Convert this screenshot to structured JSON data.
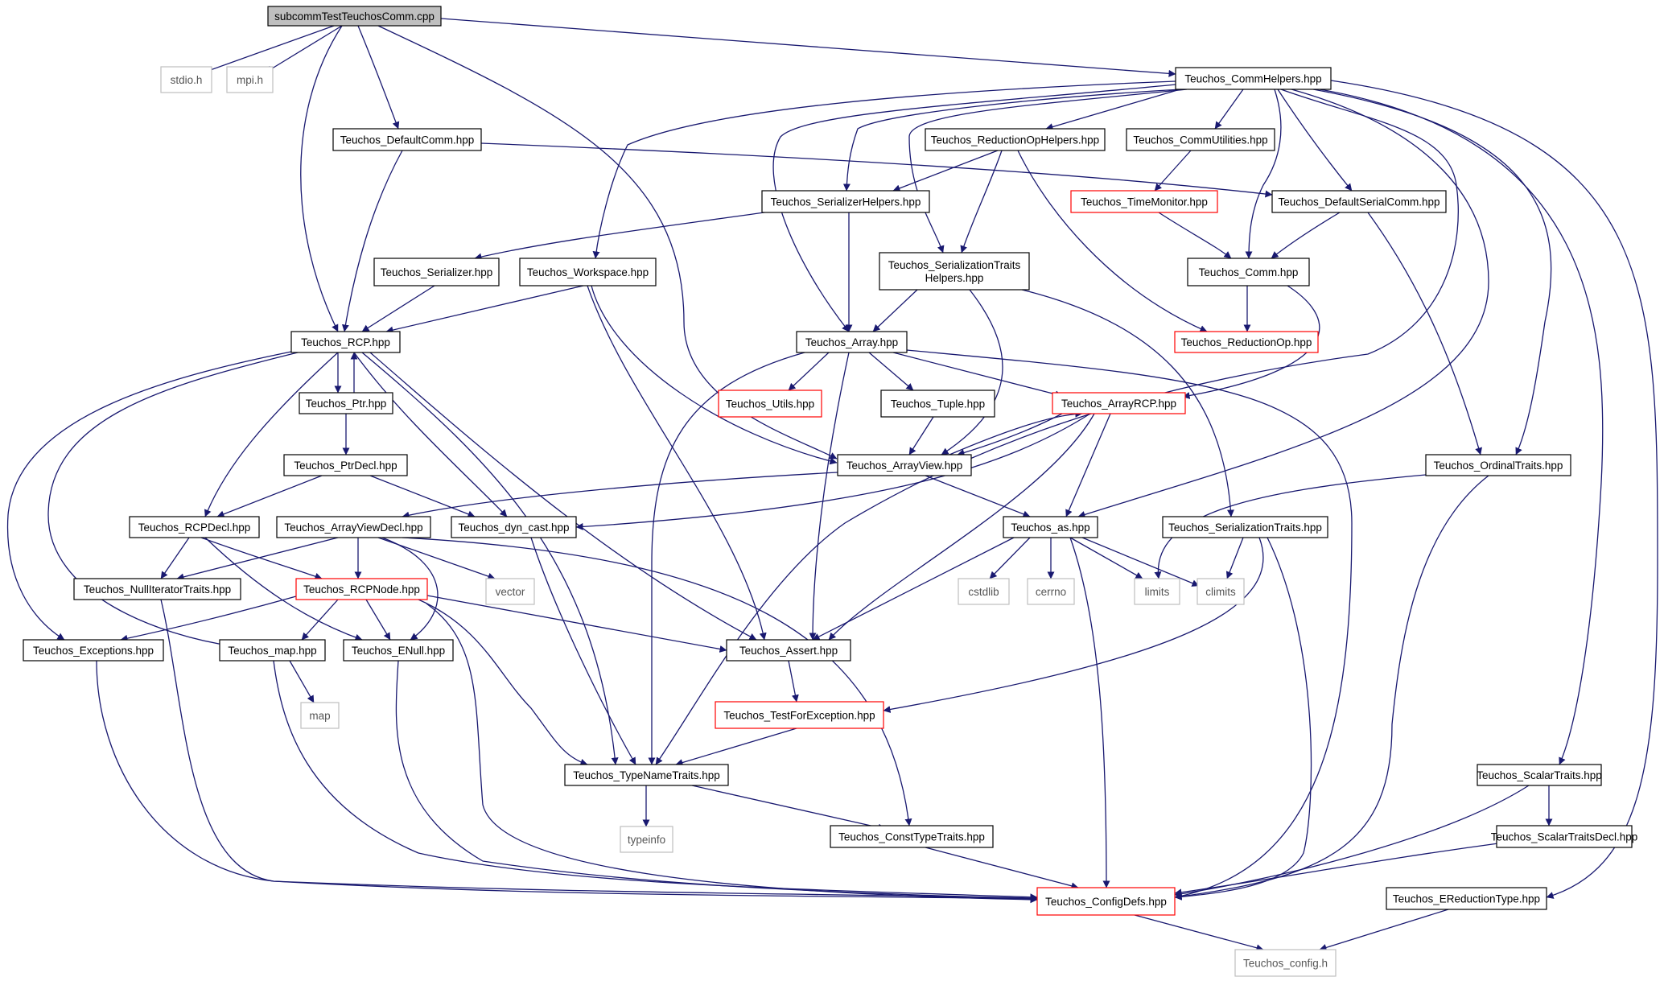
{
  "colors": {
    "edge": "#191970",
    "arrowhead": "#191970",
    "border_default": "#000000",
    "border_red": "#ff0000",
    "border_external": "#bfbfbf",
    "root_fill": "#bfbfbf",
    "node_fill": "#ffffff",
    "text": "#000000"
  },
  "graph": {
    "root": "subcommTestTeuchosComm.cpp",
    "nodes": [
      {
        "id": "root",
        "label": "subcommTestTeuchosComm.cpp",
        "style": "root"
      },
      {
        "id": "stdio",
        "label": "stdio.h",
        "style": "external"
      },
      {
        "id": "mpi",
        "label": "mpi.h",
        "style": "external"
      },
      {
        "id": "commhelpers",
        "label": "Teuchos_CommHelpers.hpp",
        "style": "default"
      },
      {
        "id": "defaultcomm",
        "label": "Teuchos_DefaultComm.hpp",
        "style": "default"
      },
      {
        "id": "reductionophelpers",
        "label": "Teuchos_ReductionOpHelpers.hpp",
        "style": "default"
      },
      {
        "id": "commutilities",
        "label": "Teuchos_CommUtilities.hpp",
        "style": "default"
      },
      {
        "id": "serializerhelpers",
        "label": "Teuchos_SerializerHelpers.hpp",
        "style": "default"
      },
      {
        "id": "timemonitor",
        "label": "Teuchos_TimeMonitor.hpp",
        "style": "red"
      },
      {
        "id": "defaultserialcomm",
        "label": "Teuchos_DefaultSerialComm.hpp",
        "style": "default"
      },
      {
        "id": "serializer",
        "label": "Teuchos_Serializer.hpp",
        "style": "default"
      },
      {
        "id": "workspace",
        "label": "Teuchos_Workspace.hpp",
        "style": "default"
      },
      {
        "id": "serializationtraitshelpers",
        "label": "Teuchos_SerializationTraits\nHelpers.hpp",
        "style": "default"
      },
      {
        "id": "comm",
        "label": "Teuchos_Comm.hpp",
        "style": "default"
      },
      {
        "id": "rcp",
        "label": "Teuchos_RCP.hpp",
        "style": "default"
      },
      {
        "id": "array",
        "label": "Teuchos_Array.hpp",
        "style": "default"
      },
      {
        "id": "reductionop",
        "label": "Teuchos_ReductionOp.hpp",
        "style": "red"
      },
      {
        "id": "ptr",
        "label": "Teuchos_Ptr.hpp",
        "style": "default"
      },
      {
        "id": "utils",
        "label": "Teuchos_Utils.hpp",
        "style": "red"
      },
      {
        "id": "tuple",
        "label": "Teuchos_Tuple.hpp",
        "style": "default"
      },
      {
        "id": "arrayrcp",
        "label": "Teuchos_ArrayRCP.hpp",
        "style": "red"
      },
      {
        "id": "ptrdecl",
        "label": "Teuchos_PtrDecl.hpp",
        "style": "default"
      },
      {
        "id": "arrayview",
        "label": "Teuchos_ArrayView.hpp",
        "style": "default"
      },
      {
        "id": "ordinaltraits",
        "label": "Teuchos_OrdinalTraits.hpp",
        "style": "default"
      },
      {
        "id": "rcpdecl",
        "label": "Teuchos_RCPDecl.hpp",
        "style": "default"
      },
      {
        "id": "arrayviewdecl",
        "label": "Teuchos_ArrayViewDecl.hpp",
        "style": "default"
      },
      {
        "id": "dyncast",
        "label": "Teuchos_dyn_cast.hpp",
        "style": "default"
      },
      {
        "id": "as",
        "label": "Teuchos_as.hpp",
        "style": "default"
      },
      {
        "id": "serializationtraits",
        "label": "Teuchos_SerializationTraits.hpp",
        "style": "default"
      },
      {
        "id": "nulliteratortraits",
        "label": "Teuchos_NullIteratorTraits.hpp",
        "style": "default"
      },
      {
        "id": "rcpnode",
        "label": "Teuchos_RCPNode.hpp",
        "style": "red"
      },
      {
        "id": "vector",
        "label": "vector",
        "style": "external"
      },
      {
        "id": "cstdlib",
        "label": "cstdlib",
        "style": "external"
      },
      {
        "id": "cerrno",
        "label": "cerrno",
        "style": "external"
      },
      {
        "id": "limits",
        "label": "limits",
        "style": "external"
      },
      {
        "id": "climits",
        "label": "climits",
        "style": "external"
      },
      {
        "id": "exceptions",
        "label": "Teuchos_Exceptions.hpp",
        "style": "default"
      },
      {
        "id": "map",
        "label": "Teuchos_map.hpp",
        "style": "default"
      },
      {
        "id": "enull",
        "label": "Teuchos_ENull.hpp",
        "style": "default"
      },
      {
        "id": "assert",
        "label": "Teuchos_Assert.hpp",
        "style": "default"
      },
      {
        "id": "mapstd",
        "label": "map",
        "style": "external"
      },
      {
        "id": "testforexception",
        "label": "Teuchos_TestForException.hpp",
        "style": "red"
      },
      {
        "id": "typenametraits",
        "label": "Teuchos_TypeNameTraits.hpp",
        "style": "default"
      },
      {
        "id": "scalartraits",
        "label": "Teuchos_ScalarTraits.hpp",
        "style": "default"
      },
      {
        "id": "typeinfo",
        "label": "typeinfo",
        "style": "external"
      },
      {
        "id": "consttypetraits",
        "label": "Teuchos_ConstTypeTraits.hpp",
        "style": "default"
      },
      {
        "id": "scalartraitsdecl",
        "label": "Teuchos_ScalarTraitsDecl.hpp",
        "style": "default"
      },
      {
        "id": "configdefs",
        "label": "Teuchos_ConfigDefs.hpp",
        "style": "red"
      },
      {
        "id": "ereductiontype",
        "label": "Teuchos_EReductionType.hpp",
        "style": "default"
      },
      {
        "id": "config",
        "label": "Teuchos_config.h",
        "style": "external"
      }
    ],
    "edges": [
      [
        "root",
        "stdio"
      ],
      [
        "root",
        "mpi"
      ],
      [
        "root",
        "defaultcomm"
      ],
      [
        "root",
        "rcp"
      ],
      [
        "root",
        "arrayview"
      ],
      [
        "root",
        "commhelpers"
      ],
      [
        "commhelpers",
        "workspace"
      ],
      [
        "commhelpers",
        "serializerhelpers"
      ],
      [
        "commhelpers",
        "serializationtraitshelpers"
      ],
      [
        "commhelpers",
        "reductionophelpers"
      ],
      [
        "commhelpers",
        "commutilities"
      ],
      [
        "commhelpers",
        "comm"
      ],
      [
        "commhelpers",
        "defaultserialcomm"
      ],
      [
        "commhelpers",
        "array"
      ],
      [
        "commhelpers",
        "typenametraits"
      ],
      [
        "commhelpers",
        "as"
      ],
      [
        "commhelpers",
        "ordinaltraits"
      ],
      [
        "commhelpers",
        "scalartraits"
      ],
      [
        "commhelpers",
        "ereductiontype"
      ],
      [
        "defaultcomm",
        "rcp"
      ],
      [
        "defaultcomm",
        "defaultserialcomm"
      ],
      [
        "reductionophelpers",
        "serializerhelpers"
      ],
      [
        "reductionophelpers",
        "serializationtraitshelpers"
      ],
      [
        "reductionophelpers",
        "reductionop"
      ],
      [
        "commutilities",
        "timemonitor"
      ],
      [
        "timemonitor",
        "comm"
      ],
      [
        "defaultserialcomm",
        "comm"
      ],
      [
        "defaultserialcomm",
        "ordinaltraits"
      ],
      [
        "serializerhelpers",
        "serializer"
      ],
      [
        "serializerhelpers",
        "array"
      ],
      [
        "serializer",
        "rcp"
      ],
      [
        "workspace",
        "rcp"
      ],
      [
        "workspace",
        "arrayview"
      ],
      [
        "workspace",
        "assert"
      ],
      [
        "serializationtraitshelpers",
        "array"
      ],
      [
        "serializationtraitshelpers",
        "arrayview"
      ],
      [
        "serializationtraitshelpers",
        "serializationtraits"
      ],
      [
        "comm",
        "reductionop"
      ],
      [
        "comm",
        "arrayrcp"
      ],
      [
        "rcp",
        "ptr"
      ],
      [
        "rcp",
        "rcpdecl"
      ],
      [
        "rcp",
        "dyncast"
      ],
      [
        "rcp",
        "exceptions"
      ],
      [
        "rcp",
        "map"
      ],
      [
        "rcp",
        "typenametraits"
      ],
      [
        "rcp",
        "assert"
      ],
      [
        "ptr",
        "rcp"
      ],
      [
        "ptr",
        "ptrdecl"
      ],
      [
        "ptrdecl",
        "rcpdecl"
      ],
      [
        "ptrdecl",
        "dyncast"
      ],
      [
        "array",
        "utils"
      ],
      [
        "array",
        "tuple"
      ],
      [
        "array",
        "arrayrcp"
      ],
      [
        "array",
        "assert"
      ],
      [
        "array",
        "typenametraits"
      ],
      [
        "array",
        "configdefs"
      ],
      [
        "tuple",
        "arrayview"
      ],
      [
        "arrayrcp",
        "arrayview"
      ],
      [
        "arrayrcp",
        "as"
      ],
      [
        "arrayrcp",
        "assert"
      ],
      [
        "arrayrcp",
        "dyncast"
      ],
      [
        "arrayview",
        "arrayrcp"
      ],
      [
        "arrayview",
        "arrayviewdecl"
      ],
      [
        "arrayview",
        "as"
      ],
      [
        "ordinaltraits",
        "limits"
      ],
      [
        "ordinaltraits",
        "configdefs"
      ],
      [
        "rcpdecl",
        "rcpnode"
      ],
      [
        "rcpdecl",
        "nulliteratortraits"
      ],
      [
        "rcpdecl",
        "enull"
      ],
      [
        "arrayviewdecl",
        "rcpnode"
      ],
      [
        "arrayviewdecl",
        "nulliteratortraits"
      ],
      [
        "arrayviewdecl",
        "vector"
      ],
      [
        "arrayviewdecl",
        "enull"
      ],
      [
        "arrayviewdecl",
        "consttypetraits"
      ],
      [
        "dyncast",
        "typenametraits"
      ],
      [
        "as",
        "cstdlib"
      ],
      [
        "as",
        "cerrno"
      ],
      [
        "as",
        "limits"
      ],
      [
        "as",
        "climits"
      ],
      [
        "as",
        "assert"
      ],
      [
        "as",
        "configdefs"
      ],
      [
        "serializationtraits",
        "climits"
      ],
      [
        "serializationtraits",
        "testforexception"
      ],
      [
        "serializationtraits",
        "configdefs"
      ],
      [
        "nulliteratortraits",
        "configdefs"
      ],
      [
        "rcpnode",
        "exceptions"
      ],
      [
        "rcpnode",
        "map"
      ],
      [
        "rcpnode",
        "enull"
      ],
      [
        "rcpnode",
        "assert"
      ],
      [
        "rcpnode",
        "typenametraits"
      ],
      [
        "rcpnode",
        "configdefs"
      ],
      [
        "exceptions",
        "configdefs"
      ],
      [
        "map",
        "mapstd"
      ],
      [
        "map",
        "configdefs"
      ],
      [
        "enull",
        "configdefs"
      ],
      [
        "assert",
        "testforexception"
      ],
      [
        "testforexception",
        "typenametraits"
      ],
      [
        "typenametraits",
        "typeinfo"
      ],
      [
        "typenametraits",
        "consttypetraits"
      ],
      [
        "consttypetraits",
        "configdefs"
      ],
      [
        "scalartraits",
        "scalartraitsdecl"
      ],
      [
        "scalartraits",
        "configdefs"
      ],
      [
        "scalartraitsdecl",
        "configdefs"
      ],
      [
        "configdefs",
        "config"
      ],
      [
        "ereductiontype",
        "config"
      ]
    ]
  }
}
